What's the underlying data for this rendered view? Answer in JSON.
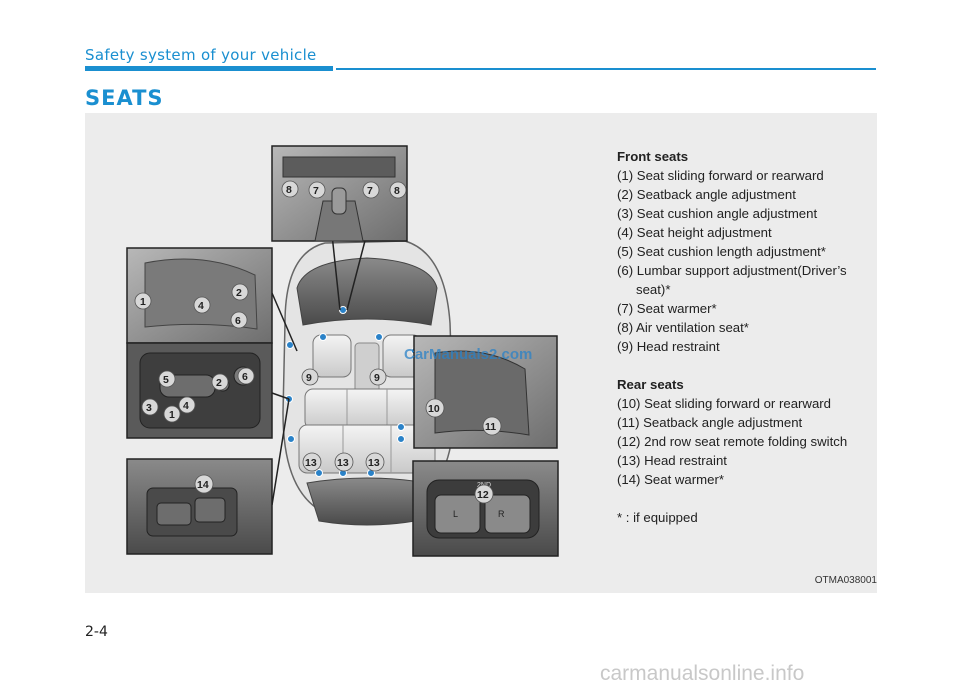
{
  "header": {
    "section": "Safety system of your vehicle",
    "title": "SEATS"
  },
  "watermark": "CarManuals2.com",
  "callouts": {
    "c1": "8",
    "c2": "7",
    "c3": "7",
    "c4": "8",
    "c5": "1",
    "c6": "4",
    "c7": "2",
    "c8": "6",
    "c9": "5",
    "c10": "2",
    "c11": "6",
    "c12": "3",
    "c13": "4",
    "c14": "1",
    "c15": "9",
    "c16": "9",
    "c17": "10",
    "c18": "11",
    "c19": "13",
    "c20": "13",
    "c21": "13",
    "c22": "14",
    "c23": "12",
    "switch_top": "2ND",
    "switch_l": "L",
    "switch_r": "R"
  },
  "legend": {
    "front_heading": "Front seats",
    "front_items": [
      "(1) Seat sliding forward or rearward",
      "(2) Seatback angle adjustment",
      "(3) Seat cushion angle adjustment",
      "(4) Seat height adjustment",
      "(5) Seat cushion length adjustment*",
      "(6) Lumbar support adjustment(Driver’s seat)*",
      "(7) Seat warmer*",
      "(8) Air ventilation seat*",
      "(9) Head restraint"
    ],
    "rear_heading": "Rear seats",
    "rear_items": [
      "(10) Seat sliding forward or rearward",
      "(11) Seatback angle adjustment",
      "(12) 2nd row seat remote folding switch",
      "(13) Head restraint",
      "(14) Seat warmer*"
    ],
    "footnote": "* : if equipped"
  },
  "figure_code": "OTMA038001",
  "page_number": "2-4",
  "footer_watermark": "carmanualsonline.info"
}
